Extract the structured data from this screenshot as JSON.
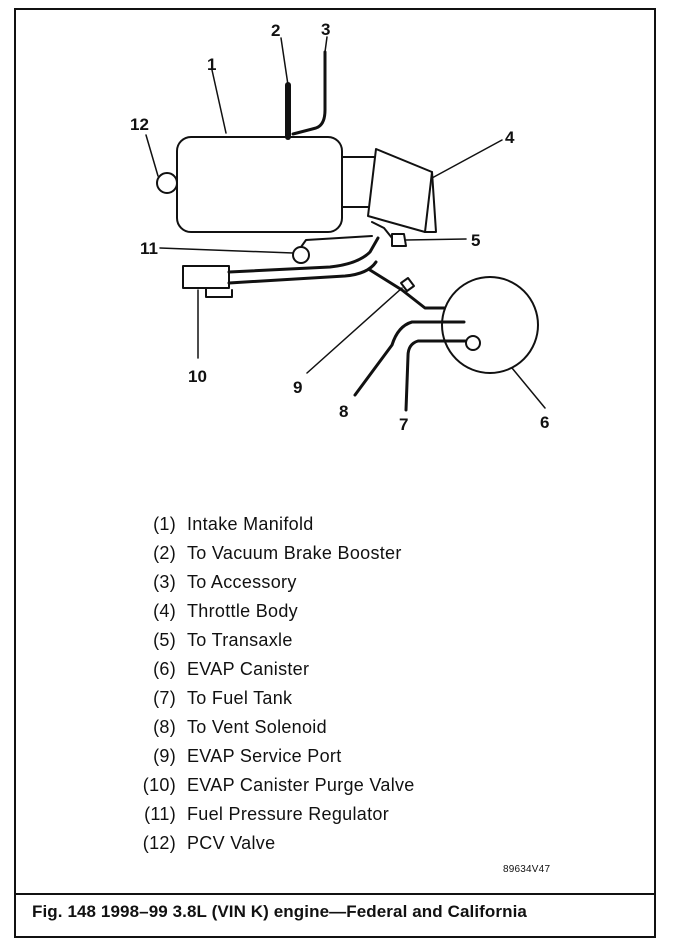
{
  "callouts": [
    "1",
    "2",
    "3",
    "4",
    "5",
    "6",
    "7",
    "8",
    "9",
    "10",
    "11",
    "12"
  ],
  "legend": [
    {
      "num": "(1)",
      "text": "Intake Manifold"
    },
    {
      "num": "(2)",
      "text": "To Vacuum Brake Booster"
    },
    {
      "num": "(3)",
      "text": "To Accessory"
    },
    {
      "num": "(4)",
      "text": "Throttle Body"
    },
    {
      "num": "(5)",
      "text": "To Transaxle"
    },
    {
      "num": "(6)",
      "text": "EVAP Canister"
    },
    {
      "num": "(7)",
      "text": "To Fuel Tank"
    },
    {
      "num": "(8)",
      "text": "To Vent Solenoid"
    },
    {
      "num": "(9)",
      "text": "EVAP Service Port"
    },
    {
      "num": "(10)",
      "text": "EVAP Canister Purge Valve"
    },
    {
      "num": "(11)",
      "text": "Fuel Pressure Regulator"
    },
    {
      "num": "(12)",
      "text": "PCV Valve"
    }
  ],
  "image_code": "89634V47",
  "caption": "Fig. 148 1998–99 3.8L (VIN K) engine—Federal and California"
}
